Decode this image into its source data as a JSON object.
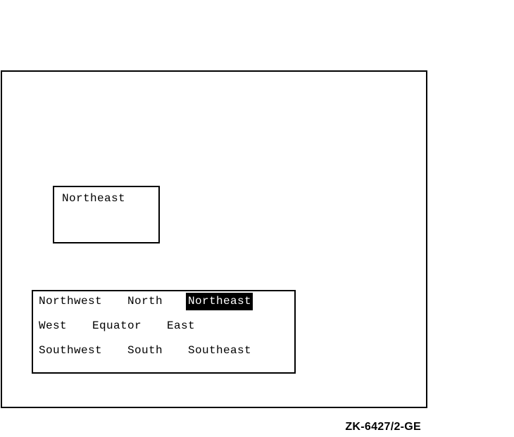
{
  "colors": {
    "foreground": "#000000",
    "background": "#ffffff",
    "selection_background": "#000000",
    "selection_text": "#ffffff"
  },
  "window": {
    "value_display": {
      "label": "Northeast"
    },
    "compass_list": {
      "selected_item": "Northeast",
      "rows": [
        {
          "items": [
            {
              "label": "Northwest",
              "selected": false
            },
            {
              "label": "North",
              "selected": false
            },
            {
              "label": "Northeast",
              "selected": true
            }
          ]
        },
        {
          "items": [
            {
              "label": "West",
              "selected": false
            },
            {
              "label": "Equator",
              "selected": false
            },
            {
              "label": "East",
              "selected": false
            }
          ]
        },
        {
          "items": [
            {
              "label": "Southwest",
              "selected": false
            },
            {
              "label": "South",
              "selected": false
            },
            {
              "label": "Southeast",
              "selected": false
            }
          ]
        }
      ]
    }
  },
  "caption": {
    "figure_id": "ZK-6427/2-GE"
  }
}
